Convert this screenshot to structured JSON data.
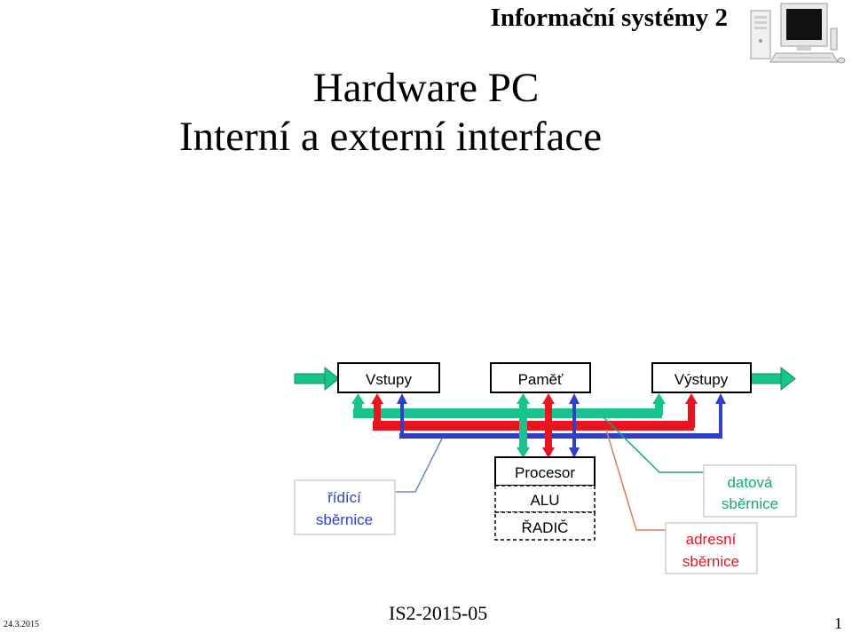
{
  "header": {
    "course_title": "Informační systémy 2",
    "icon": "computer-icon"
  },
  "slide": {
    "title_line1": "Hardware PC",
    "title_line2": "Interní a externí interface"
  },
  "diagram": {
    "inputs_label": "Vstupy",
    "memory_label": "Paměť",
    "outputs_label": "Výstupy",
    "processor_label": "Procesor",
    "alu_label": "ALU",
    "controller_label": "ŘADIČ",
    "control_bus_line1": "řídící",
    "control_bus_line2": "sběrnice",
    "data_bus_line1": "datová",
    "data_bus_line2": "sběrnice",
    "address_bus_line1": "adresní",
    "address_bus_line2": "sběrnice",
    "colors": {
      "data_bus": "#19c48c",
      "address_bus": "#e8141e",
      "control_bus": "#2f3fc8",
      "data_label": "#19a878",
      "address_label": "#e8141e",
      "control_label": "#2f3fc8"
    }
  },
  "footer": {
    "date": "24.3.2015",
    "code": "IS2-2015-05",
    "page": "1"
  }
}
